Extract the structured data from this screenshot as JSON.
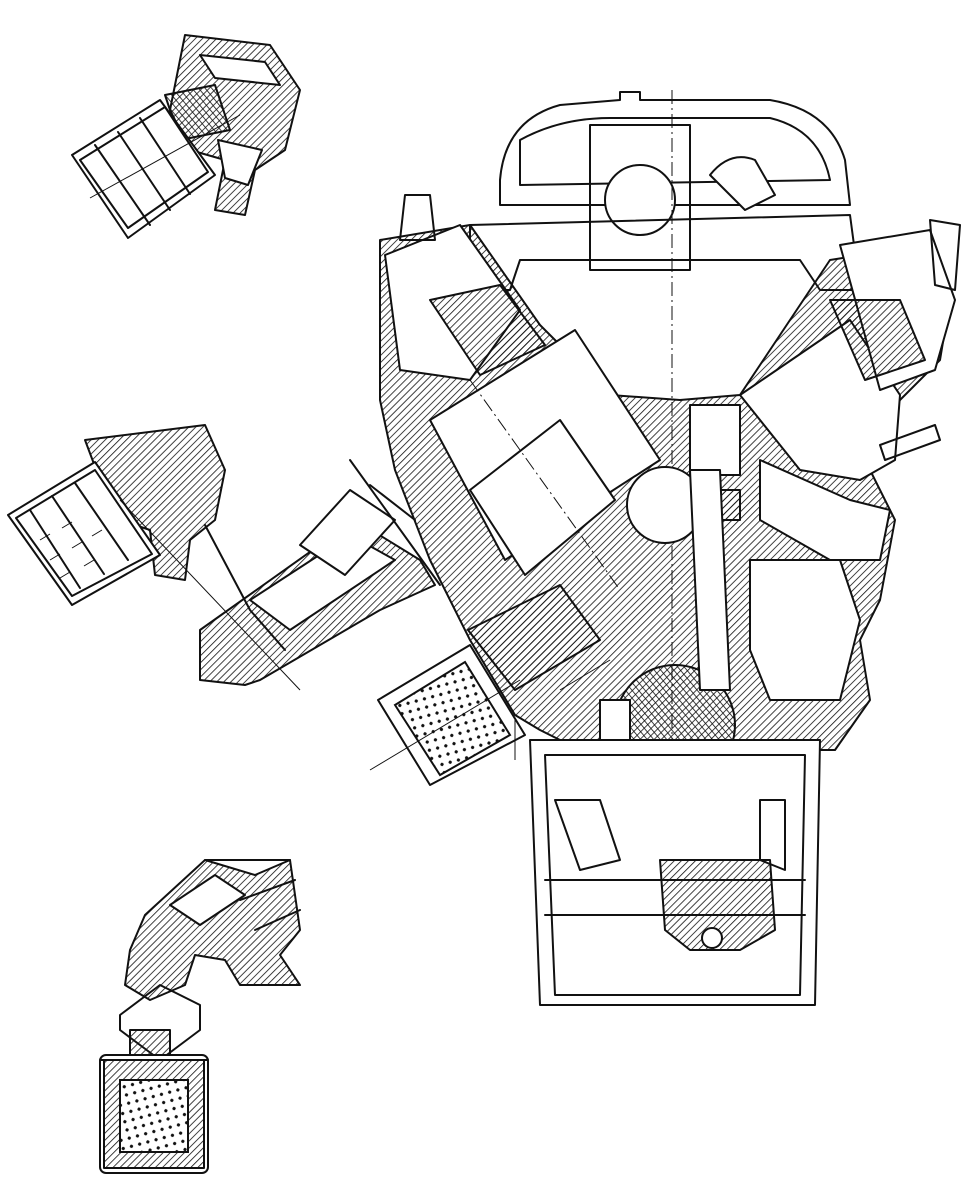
{
  "figure": {
    "views": [
      "filter-detail-upper",
      "filter-detail-middle",
      "filter-detail-lower",
      "engine-cross-section"
    ]
  }
}
